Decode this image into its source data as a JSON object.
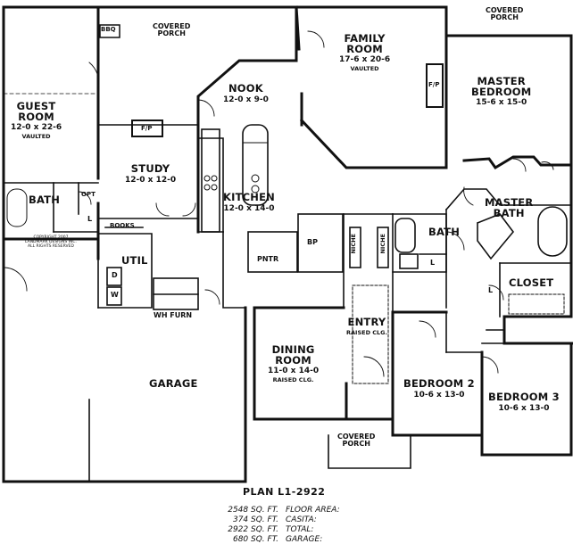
{
  "plan_name": "PLAN L1-2922",
  "rooms": {
    "covered_porch_rear": [
      "COVERED",
      "PORCH"
    ],
    "covered_porch_master": [
      "COVERED",
      "PORCH"
    ],
    "covered_porch_front": [
      "COVERED",
      "PORCH"
    ],
    "family_room": {
      "name": "FAMILY",
      "name2": "ROOM",
      "dims": "17-6 x 20-6",
      "note": "VAULTED"
    },
    "master_bedroom": {
      "name": "MASTER",
      "name2": "BEDROOM",
      "dims": "15-6 x 15-0"
    },
    "guest_room": {
      "name": "GUEST",
      "name2": "ROOM",
      "dims": "12-0 x 22-6",
      "note": "VAULTED"
    },
    "nook": {
      "name": "NOOK",
      "dims": "12-0 x 9-0"
    },
    "study": {
      "name": "STUDY",
      "dims": "12-0 x 12-0"
    },
    "kitchen": {
      "name": "KITCHEN",
      "dims": "12-0 x 14-0"
    },
    "master_bath": {
      "name": "MASTER",
      "name2": "BATH"
    },
    "closet": "CLOSET",
    "bath_guest": "BATH",
    "bath_hall": "BATH",
    "util": "UTIL",
    "pantry": "PNTR",
    "bp": "BP",
    "dining_room": {
      "name": "DINING",
      "name2": "ROOM",
      "dims": "11-0 x 14-0",
      "note": "RAISED CLG."
    },
    "entry": {
      "name": "ENTRY",
      "note": "RAISED CLG."
    },
    "bedroom2": {
      "name": "BEDROOM 2",
      "dims": "10-6 x 13-0"
    },
    "bedroom3": {
      "name": "BEDROOM 3",
      "dims": "10-6 x 13-0"
    },
    "garage": "GARAGE"
  },
  "fixtures": {
    "bbq": "BBQ",
    "fp_main": "F/P",
    "fp_family": "F/P",
    "opt": "OPT",
    "l_guest": "L",
    "l_hall": "L",
    "l_master": "L",
    "books": "BOOKS",
    "d": "D",
    "w": "W",
    "wh_furn": "WH FURN",
    "niche1": "NICHE",
    "niche2": "NICHE"
  },
  "copyright": [
    "COPYRIGHT 2007",
    "LANDMARK DESIGNS INC.",
    "ALL RIGHTS RESERVED"
  ],
  "areas": [
    {
      "value": "2548 SQ. FT.",
      "label": "FLOOR AREA:"
    },
    {
      "value": "374 SQ. FT.",
      "label": "CASITA:"
    },
    {
      "value": "2922 SQ. FT.",
      "label": "TOTAL:"
    },
    {
      "value": "680 SQ. FT.",
      "label": "GARAGE:"
    }
  ]
}
